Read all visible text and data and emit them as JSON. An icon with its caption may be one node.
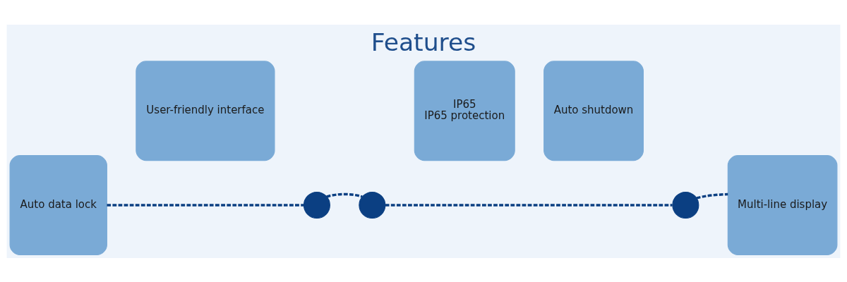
{
  "diagram": {
    "title": "Features",
    "nodes": [
      {
        "text": [
          "Auto data lock"
        ]
      },
      {
        "text": [
          "User-friendly interface"
        ]
      },
      {
        "text": [],
        "shape": "circle"
      },
      {
        "text": [],
        "shape": "circle"
      },
      {
        "text": [
          "IP65",
          "IP65 protection"
        ]
      },
      {
        "text": [
          "Auto shutdown"
        ]
      },
      {
        "text": [],
        "shape": "circle"
      },
      {
        "text": [
          "Multi-line display"
        ]
      }
    ],
    "edges": [
      {
        "from": 0,
        "to": 2,
        "arrow": "none",
        "style": "dashed"
      },
      {
        "from": 2,
        "to": 3,
        "arrow": "none",
        "style": "dashed"
      },
      {
        "from": 3,
        "to": 6,
        "arrow": "none",
        "style": "dashed"
      },
      {
        "from": 6,
        "to": 7,
        "arrow": "none",
        "style": "dashed"
      }
    ]
  }
}
